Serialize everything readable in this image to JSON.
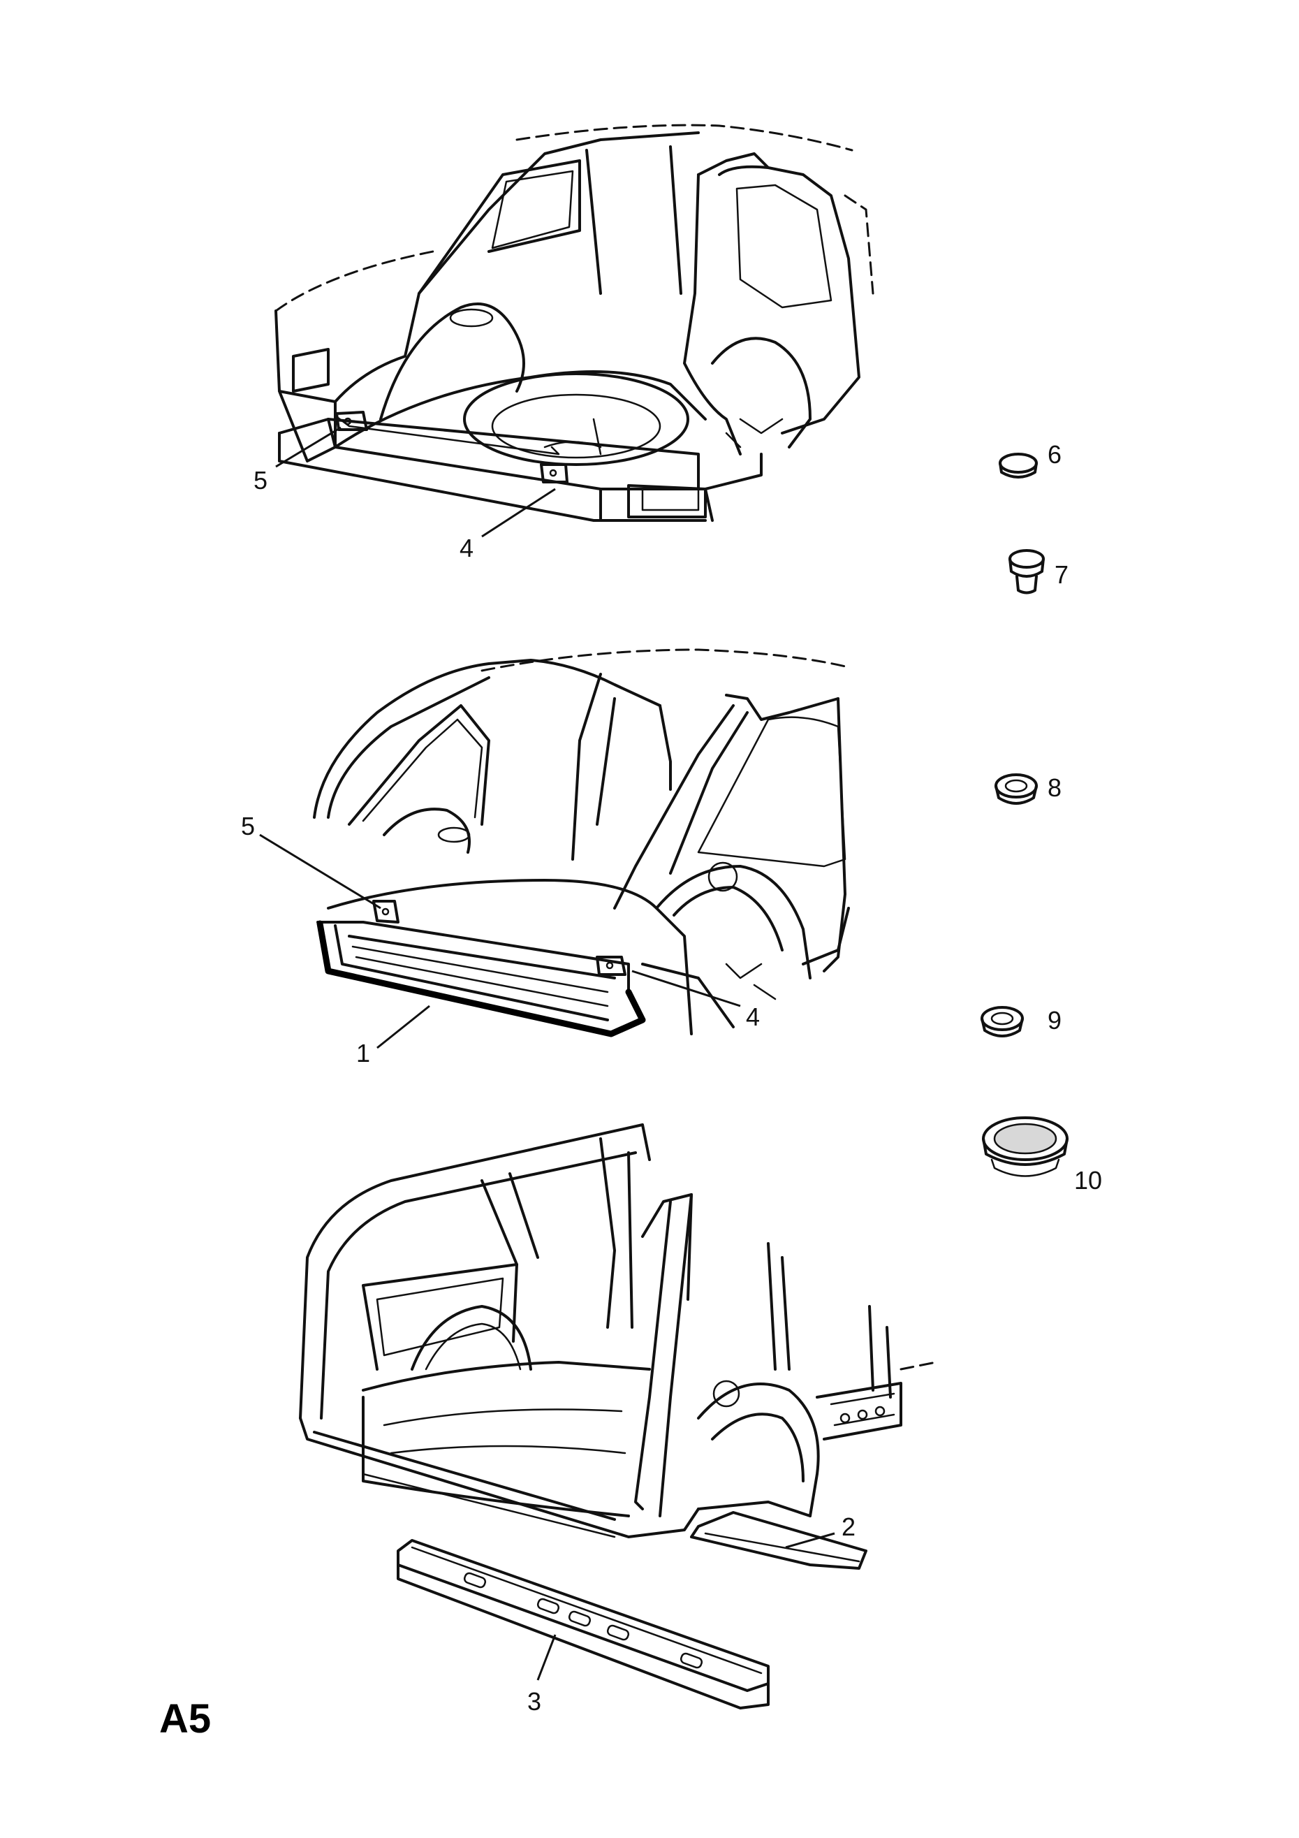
{
  "page_code": "A5",
  "callouts": {
    "top_5": "5",
    "top_4": "4",
    "mid_5": "5",
    "mid_4": "4",
    "mid_1": "1",
    "bot_2": "2",
    "bot_3": "3",
    "part_6": "6",
    "part_7": "7",
    "part_8": "8",
    "part_9": "9",
    "part_10": "10"
  }
}
